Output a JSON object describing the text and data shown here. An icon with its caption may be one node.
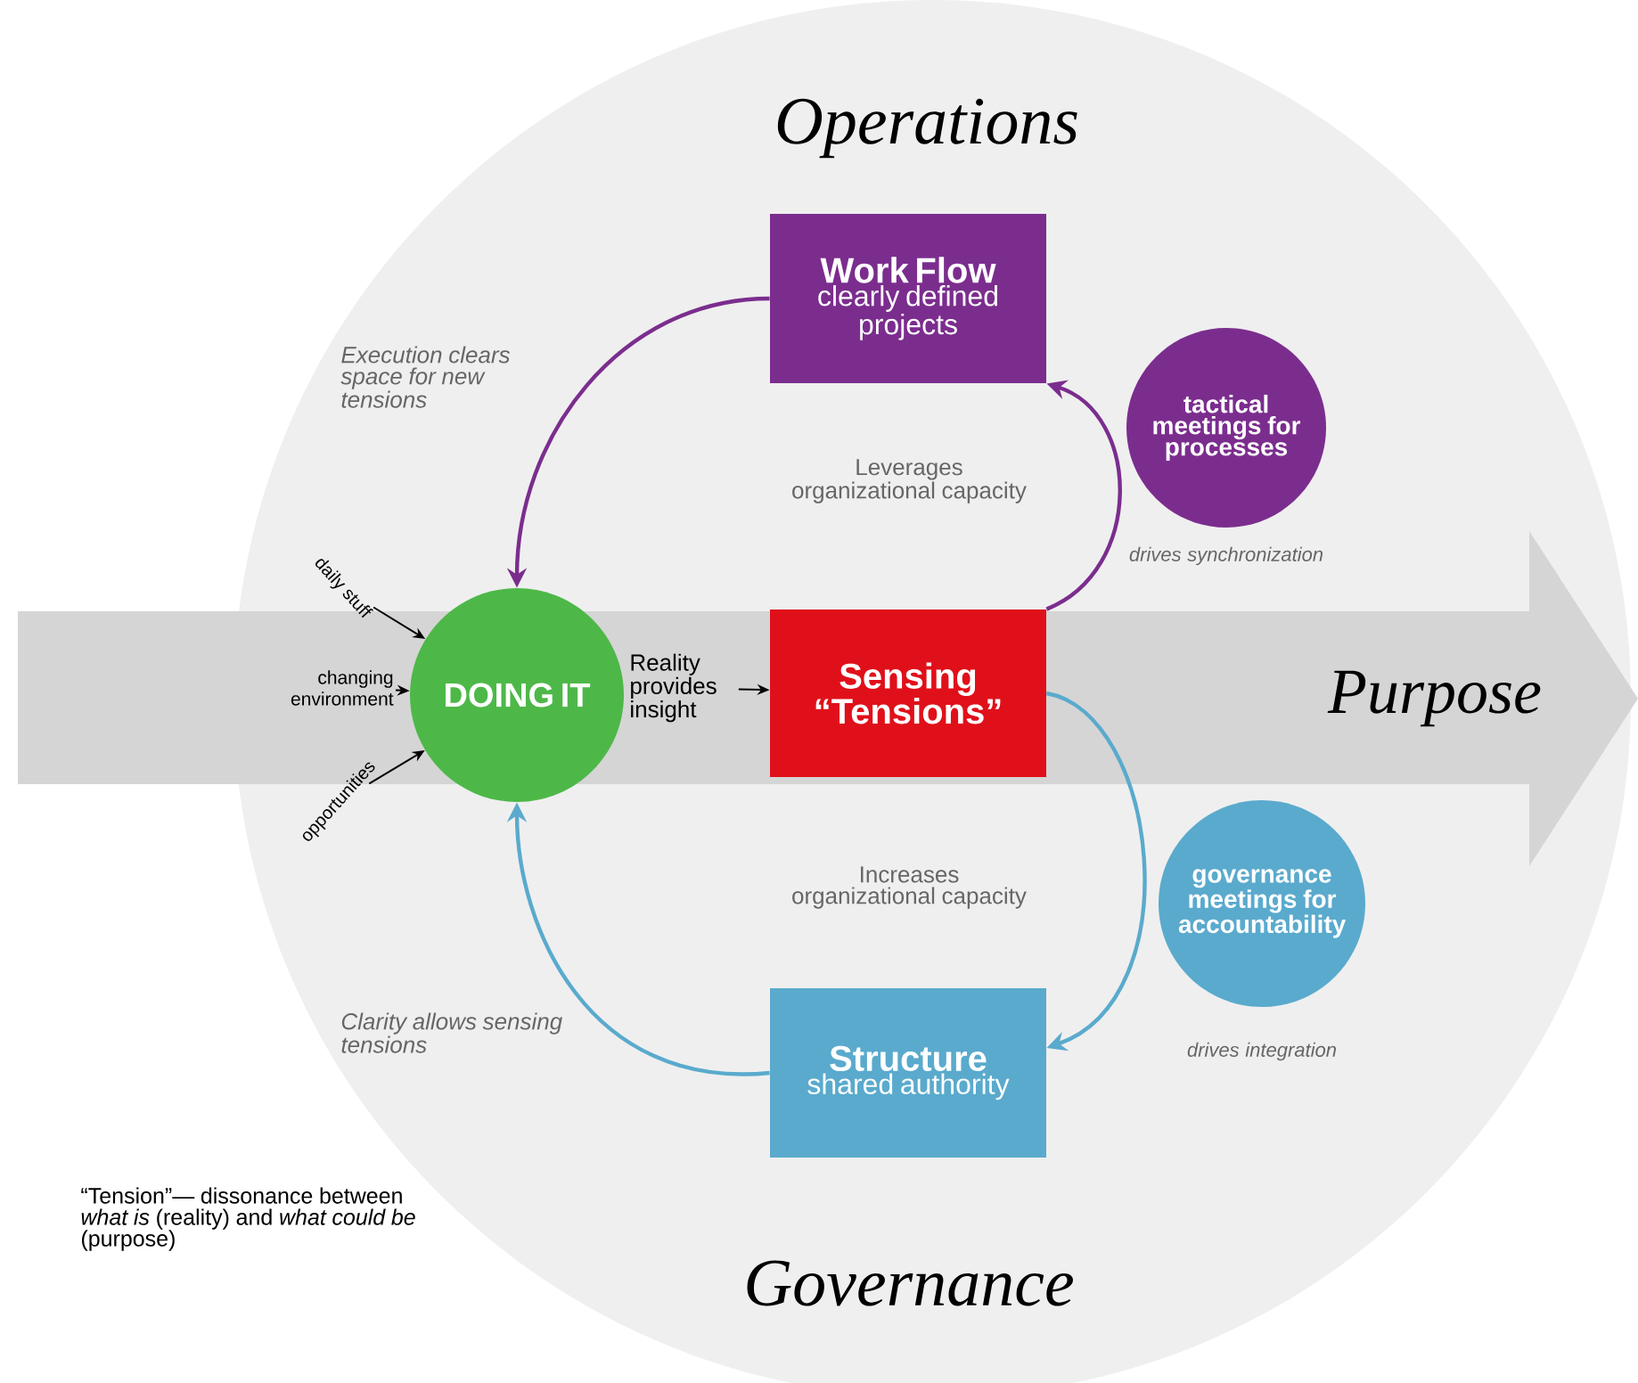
{
  "diagram": {
    "nodes": [
      {
        "text": [
          "Work Flow",
          "clearly defined projects"
        ]
      },
      {
        "text": [
          "tactical meetings for processes"
        ],
        "beside": [
          "drives synchronization"
        ]
      },
      {
        "text": [
          "DOING IT"
        ]
      },
      {
        "text": [
          "Sensing “Tensions”"
        ]
      },
      {
        "text": [
          "governance meetings for accountability"
        ],
        "beside": [
          "drives integration"
        ]
      },
      {
        "text": [
          "Structure",
          "shared authority"
        ]
      },
      {
        "text": [
          "daily stuff"
        ]
      },
      {
        "text": [
          "changing environment"
        ]
      },
      {
        "text": [
          "opportunities"
        ]
      },
      {
        "text": [
          "Reality provides insight"
        ]
      }
    ],
    "edges": [
      {
        "from": 0,
        "to": 2,
        "arrow": "to",
        "color": "#7b2d8e"
      },
      {
        "from": 3,
        "to": 0,
        "arrow": "to",
        "color": "#7b2d8e"
      },
      {
        "from": 3,
        "to": 5,
        "arrow": "to",
        "color": "#5aaacd"
      },
      {
        "from": 5,
        "to": 2,
        "arrow": "to",
        "color": "#5aaacd"
      },
      {
        "from": 6,
        "to": 2,
        "arrow": "to",
        "color": "#000000"
      },
      {
        "from": 7,
        "to": 2,
        "arrow": "to",
        "color": "#000000"
      },
      {
        "from": 8,
        "to": 2,
        "arrow": "to",
        "color": "#000000"
      },
      {
        "from": 9,
        "to": 3,
        "arrow": "to",
        "color": "#000000"
      }
    ],
    "labels": [
      "Purpose",
      "Operations",
      "Execution clears space for new tensions",
      "Leverages organizational capacity",
      "Increases organizational capacity",
      "Clarity allows sensing tensions",
      "Governance",
      "“Tension”— dissonance between *what is* (reality) and *what could be* (purpose)"
    ]
  }
}
